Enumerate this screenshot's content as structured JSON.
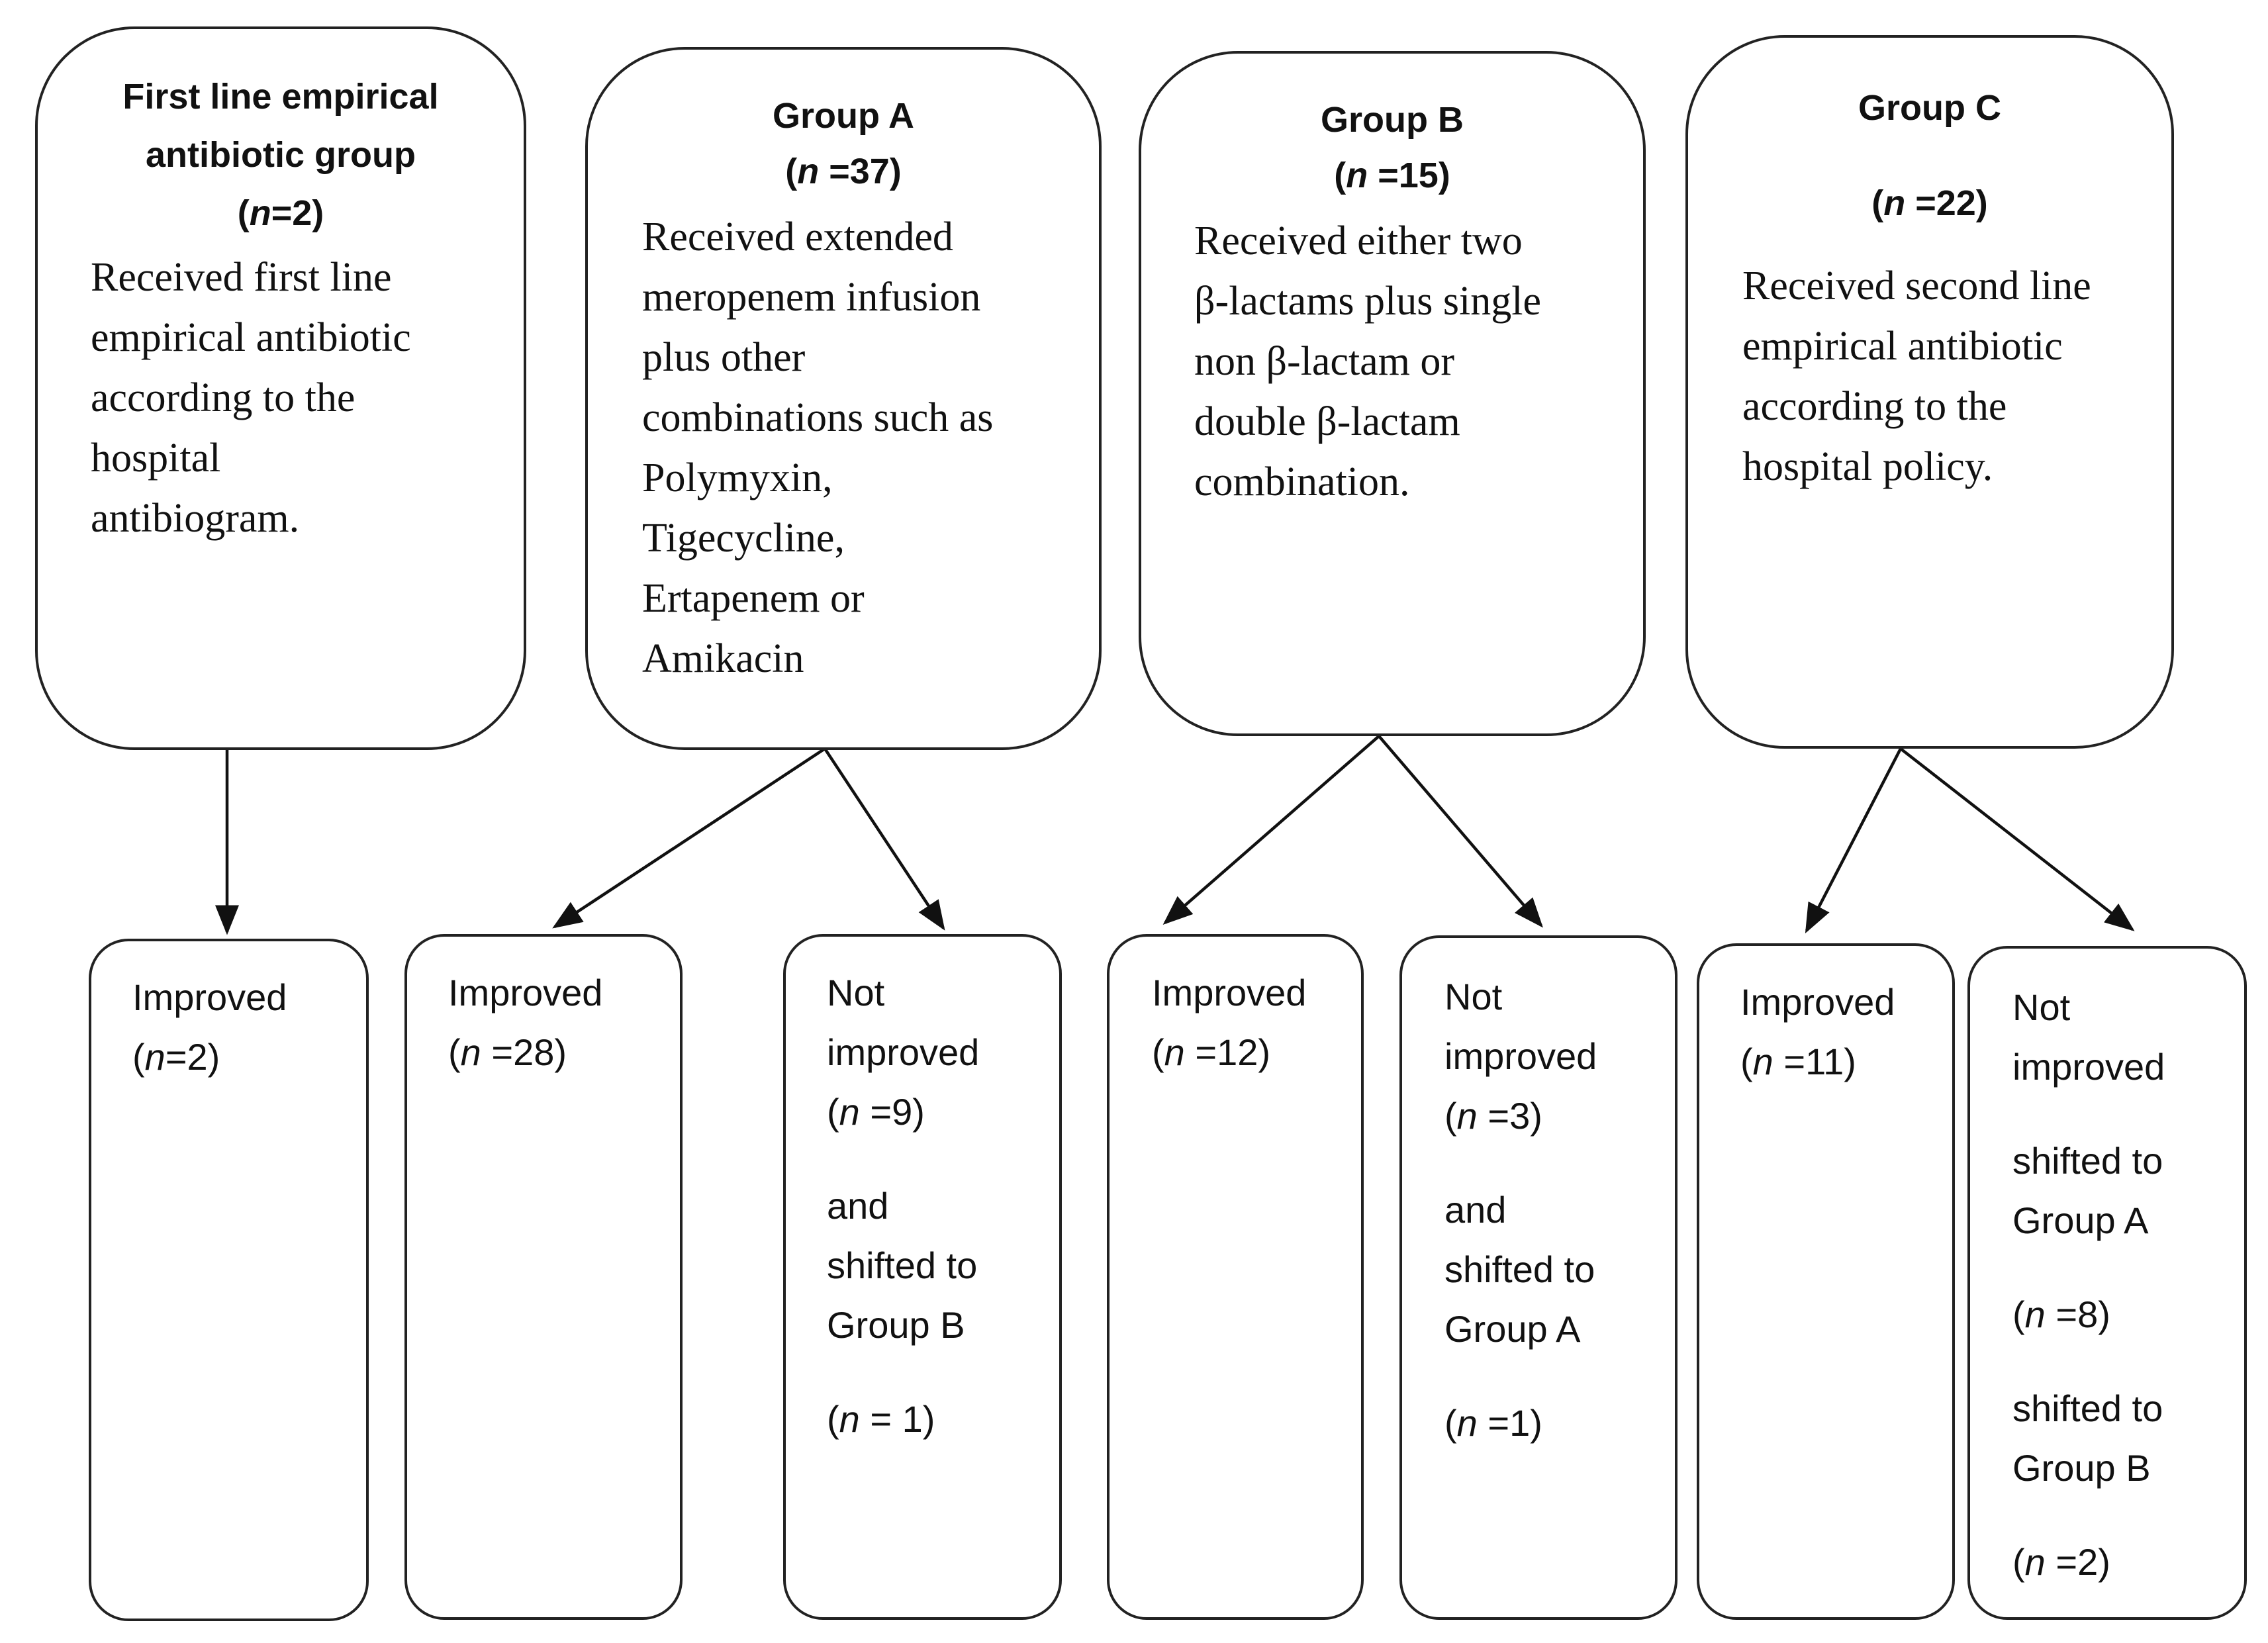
{
  "top_groups": {
    "first_line": {
      "title_line1": "First line empirical",
      "title_line2": "antibiotic group",
      "n_label": "n",
      "n_value": "=2",
      "desc": [
        "Received first line",
        "empirical antibiotic",
        "according to the",
        "hospital",
        "antibiogram."
      ]
    },
    "group_a": {
      "title": "Group A",
      "n_label": "n",
      "n_value": " =37",
      "desc": [
        "Received extended",
        "meropenem infusion",
        "plus other",
        "combinations such as",
        "Polymyxin,",
        "Tigecycline,",
        "Ertapenem or",
        "Amikacin"
      ]
    },
    "group_b": {
      "title": "Group B",
      "n_label": "n",
      "n_value": " =15",
      "desc": [
        "Received either two",
        "β-lactams plus single",
        "non β-lactam or",
        "double β-lactam",
        "combination."
      ]
    },
    "group_c": {
      "title": "Group C",
      "n_label": "n",
      "n_value": " =22",
      "desc": [
        "Received second line",
        "empirical antibiotic",
        "according to the",
        "hospital policy."
      ]
    }
  },
  "outcomes": {
    "first_improved": {
      "label": "Improved",
      "n_label": "n",
      "n_value": "=2"
    },
    "a_improved": {
      "label": "Improved",
      "n_label": "n",
      "n_value": " =28"
    },
    "a_not_improved": {
      "label_line1": "Not",
      "label_line2": "improved",
      "n_label": "n",
      "n_value": " =9",
      "and": "and",
      "shift_line1": "shifted to",
      "shift_line2": "Group B",
      "shift_n_label": "n",
      "shift_n_value": " = 1"
    },
    "b_improved": {
      "label": "Improved",
      "n_label": "n",
      "n_value": " =12"
    },
    "b_not_improved": {
      "label_line1": "Not",
      "label_line2": "improved",
      "n_label": "n",
      "n_value": " =3",
      "and": "and",
      "shift_line1": "shifted to",
      "shift_line2": "Group A",
      "shift_n_label": "n",
      "shift_n_value": " =1"
    },
    "c_improved": {
      "label": "Improved",
      "n_label": "n",
      "n_value": " =11"
    },
    "c_not_improved": {
      "label_line1": "Not",
      "label_line2": "improved",
      "shift_a_line1": "shifted to",
      "shift_a_line2": "Group A",
      "shift_a_n_label": "n",
      "shift_a_n_value": " =8",
      "shift_b_line1": "shifted to",
      "shift_b_line2": "Group B",
      "shift_b_n_label": "n",
      "shift_b_n_value": " =2"
    }
  }
}
